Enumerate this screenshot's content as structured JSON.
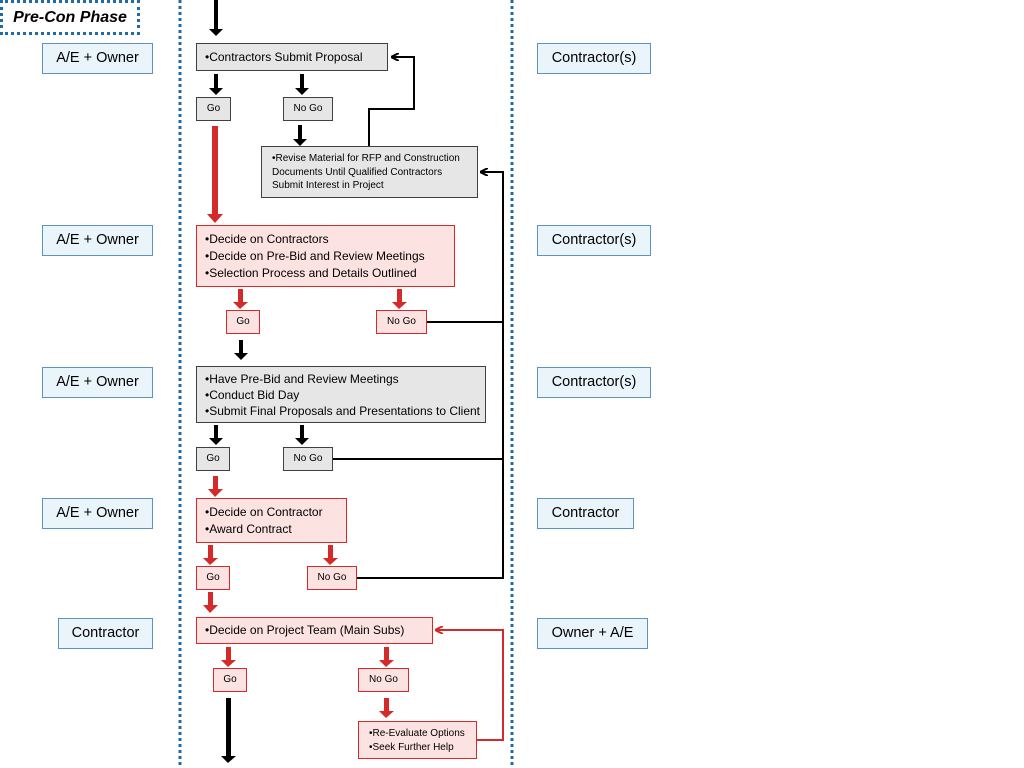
{
  "phase_label": "Pre-Con Phase",
  "colors": {
    "approved_path": "#d42a2a",
    "neutral_path": "#000000",
    "lane_divider": "#1f6aa8"
  },
  "steps": [
    {
      "left_role": "A/E + Owner",
      "right_role": "Contractor(s)",
      "task_lines": [
        "•Contractors Submit Proposal"
      ],
      "go": "Go",
      "no_go": "No Go",
      "revise_lines": [
        "•Revise Material for RFP and Construction",
        "Documents Until Qualified Contractors",
        "Submit Interest in Project"
      ]
    },
    {
      "left_role": "A/E + Owner",
      "right_role": "Contractor(s)",
      "task_lines": [
        "•Decide on Contractors",
        "•Decide on Pre-Bid and Review Meetings",
        "•Selection Process and Details Outlined"
      ],
      "go": "Go",
      "no_go": "No Go"
    },
    {
      "left_role": "A/E + Owner",
      "right_role": "Contractor(s)",
      "task_lines": [
        "•Have Pre-Bid and Review Meetings",
        "•Conduct Bid Day",
        "•Submit Final Proposals and Presentations to Client"
      ],
      "go": "Go",
      "no_go": "No Go"
    },
    {
      "left_role": "A/E + Owner",
      "right_role": "Contractor",
      "task_lines": [
        "•Decide on Contractor",
        "•Award Contract"
      ],
      "go": "Go",
      "no_go": "No Go"
    },
    {
      "left_role": "Contractor",
      "right_role": "Owner + A/E",
      "task_lines": [
        "•Decide on Project Team (Main Subs)"
      ],
      "go": "Go",
      "no_go": "No Go",
      "revise_lines": [
        "•Re-Evaluate Options",
        "•Seek Further Help"
      ]
    }
  ]
}
